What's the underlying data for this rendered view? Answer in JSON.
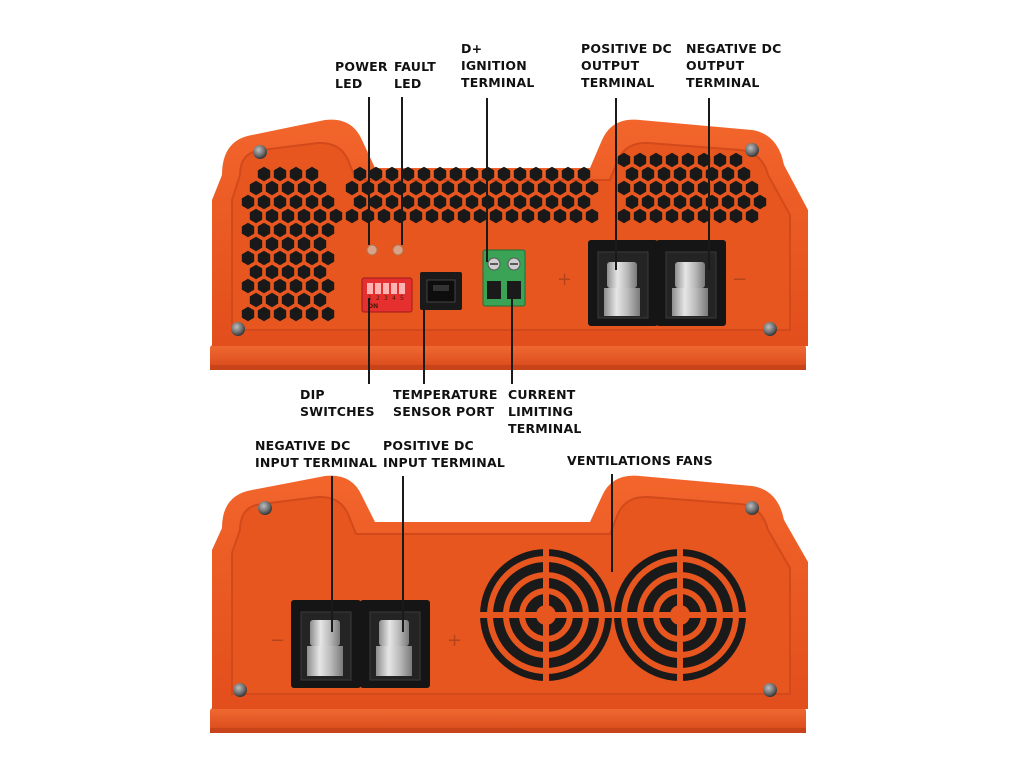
{
  "colors": {
    "housing": "#ee5a24",
    "housing_face": "#e9551f",
    "housing_shadow": "#c9431a",
    "vent_hole": "#191919",
    "terminal_block": "#151515",
    "terminal_green": "#35a852",
    "label_text": "#111111",
    "leader_line": "#1a1a1a"
  },
  "top_unit": {
    "labels": {
      "power_led": [
        "POWER",
        "LED"
      ],
      "fault_led": [
        "FAULT",
        "LED"
      ],
      "d_plus": [
        "D+",
        "IGNITION",
        "TERMINAL"
      ],
      "pos_dc_out": [
        "POSITIVE DC",
        "OUTPUT",
        "TERMINAL"
      ],
      "neg_dc_out": [
        "NEGATIVE DC",
        "OUTPUT",
        "TERMINAL"
      ],
      "dip": [
        "DIP",
        "SWITCHES"
      ],
      "temp": [
        "TEMPERATURE",
        "SENSOR PORT"
      ],
      "current": [
        "CURRENT",
        "LIMITING",
        "TERMINAL"
      ]
    },
    "dip_numbers": [
      "1",
      "2",
      "3",
      "4",
      "5"
    ],
    "dip_on": "ON",
    "plus_sign": "+",
    "minus_sign": "−"
  },
  "bottom_unit": {
    "labels": {
      "neg_dc_in": [
        "NEGATIVE DC",
        "INPUT TERMINAL"
      ],
      "pos_dc_in": [
        "POSITIVE DC",
        "INPUT TERMINAL"
      ],
      "fans": [
        "VENTILATIONS FANS"
      ]
    },
    "plus_sign": "+",
    "minus_sign": "−"
  }
}
